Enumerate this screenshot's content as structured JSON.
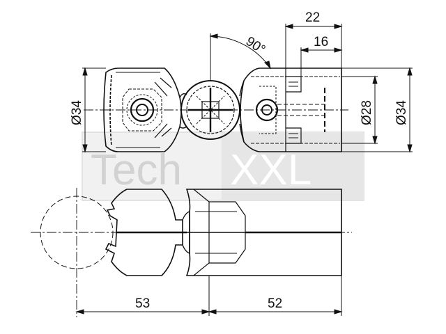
{
  "watermark": {
    "text_tech": "Tech",
    "text_xxl": "XXL"
  },
  "dimensions": {
    "angle": "90°",
    "top_width_outer": "22",
    "top_width_inner": "16",
    "diameter_left": "Ø34",
    "diameter_inner_right": "Ø28",
    "diameter_outer_right": "Ø34",
    "length_left": "53",
    "length_right": "52"
  },
  "colors": {
    "line": "#111111",
    "watermark": "#d0d0d0",
    "background": "#ffffff"
  }
}
